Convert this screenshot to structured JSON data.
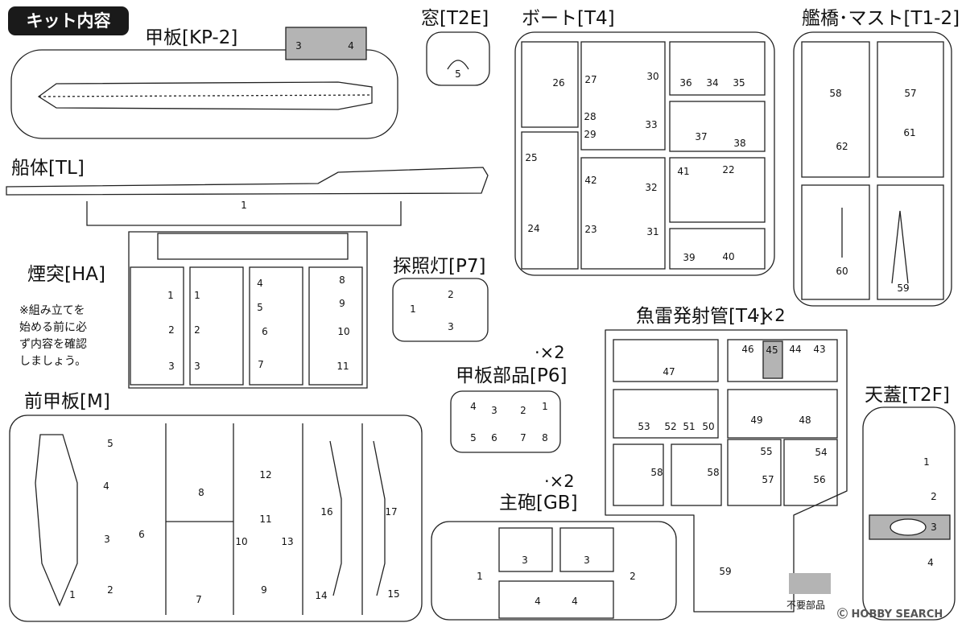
{
  "header": {
    "badge": "キット内容"
  },
  "note": "※組み立てを\n始める前に必\nず内容を確認\nしましょう。",
  "unused_label": "不要部品",
  "watermark": "Ⓒ HOBBY SEARCH",
  "colors": {
    "line": "#222222",
    "unused_part": "#b4b4b4",
    "badge_bg": "#1a1a1a"
  },
  "sprues": {
    "kp2": {
      "title": "甲板[KP-2]",
      "parts": [
        "3",
        "4"
      ]
    },
    "t2e": {
      "title": "窓[T2E]",
      "parts": [
        "5"
      ]
    },
    "t4_boat": {
      "title": "ボート[T4]",
      "parts": [
        "26",
        "27",
        "30",
        "36",
        "34",
        "35",
        "28",
        "29",
        "33",
        "37",
        "38",
        "25",
        "42",
        "32",
        "41",
        "22",
        "24",
        "23",
        "31",
        "39",
        "40"
      ]
    },
    "t12": {
      "title": "艦橋･マスト[T1-2]",
      "parts": [
        "58",
        "57",
        "62",
        "61",
        "60",
        "59"
      ]
    },
    "tl": {
      "title": "船体[TL]",
      "parts": [
        "1"
      ]
    },
    "ha": {
      "title": "煙突[HA]",
      "parts": [
        "1",
        "2",
        "3",
        "1",
        "2",
        "3",
        "4",
        "5",
        "6",
        "7",
        "8",
        "9",
        "10",
        "11"
      ]
    },
    "p7": {
      "title": "探照灯[P7]",
      "parts": [
        "1",
        "2",
        "3"
      ]
    },
    "t4_torp": {
      "title": "魚雷発射管[T4]",
      "multiplier": "·×2",
      "parts": [
        "47",
        "46",
        "45",
        "44",
        "43",
        "53",
        "52",
        "51",
        "50",
        "49",
        "48",
        "58",
        "58",
        "55",
        "57",
        "54",
        "56",
        "59"
      ]
    },
    "p6": {
      "title": "甲板部品[P6]",
      "multiplier": "·×2",
      "parts": [
        "4",
        "3",
        "2",
        "1",
        "5",
        "6",
        "7",
        "8"
      ]
    },
    "m": {
      "title": "前甲板[M]",
      "parts": [
        "5",
        "4",
        "3",
        "6",
        "1",
        "2",
        "8",
        "7",
        "12",
        "11",
        "10",
        "13",
        "9",
        "16",
        "14",
        "17",
        "15"
      ]
    },
    "gb": {
      "title": "主砲[GB]",
      "multiplier": "·×2",
      "parts": [
        "3",
        "3",
        "1",
        "2",
        "4",
        "4"
      ]
    },
    "t2f": {
      "title": "天蓋[T2F]",
      "parts": [
        "1",
        "2",
        "3",
        "4"
      ]
    }
  }
}
